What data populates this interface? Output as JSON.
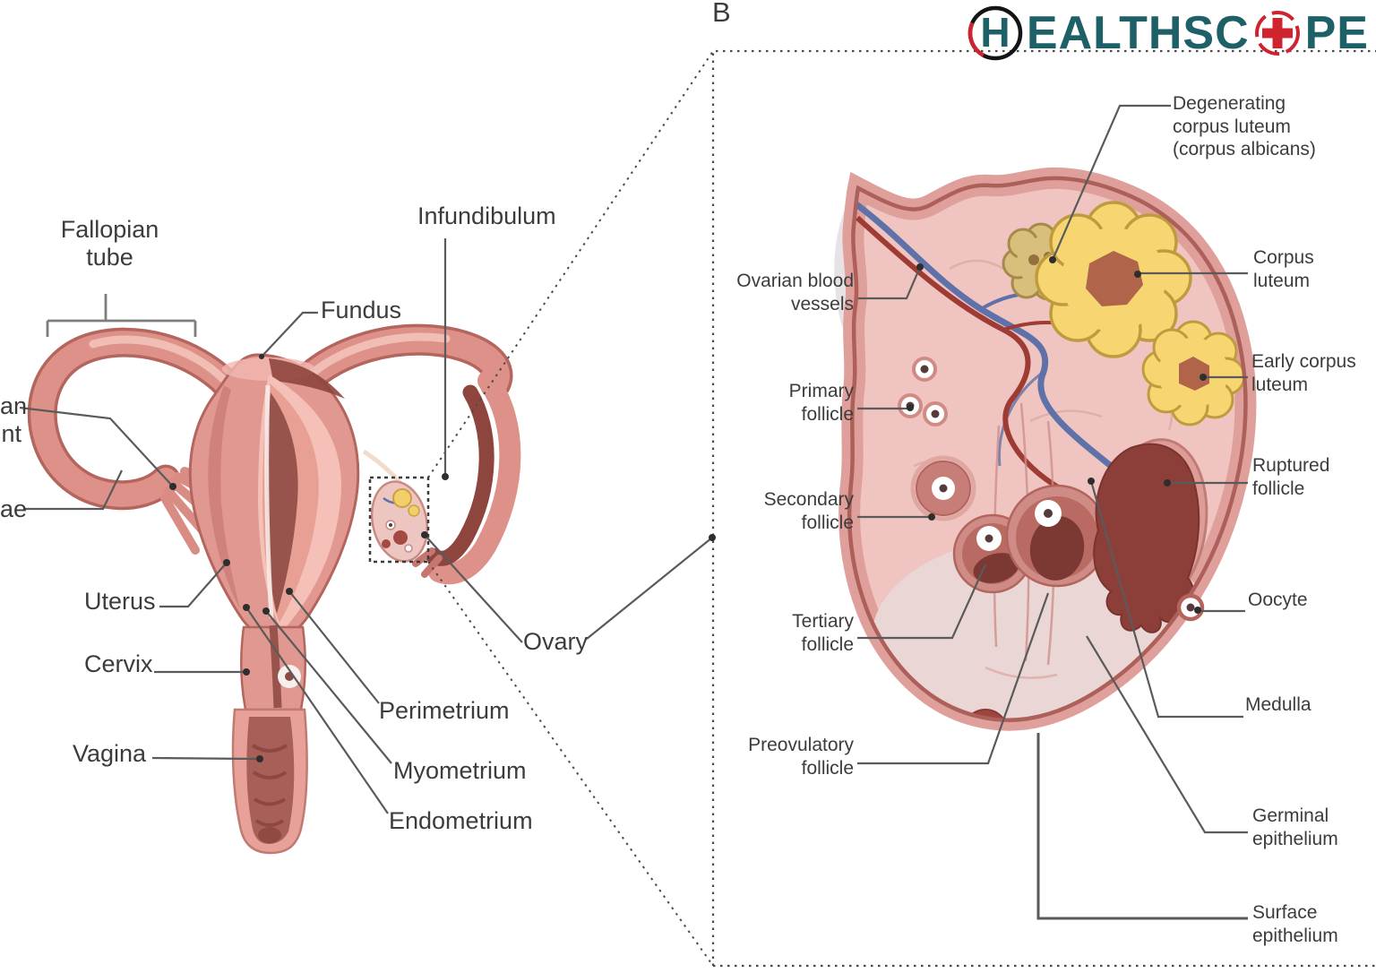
{
  "logo": {
    "h": "H",
    "mid": "EALTHSC",
    "end": "PE",
    "teal": "#1d6067",
    "red": "#cf2430",
    "black": "#141414"
  },
  "panel_b": {
    "marker": "B"
  },
  "left_labels": {
    "fallopian_tube": "Fallopian\ntube",
    "infundibulum": "Infundibulum",
    "fundus": "Fundus",
    "ligament_cut": "an\nnt",
    "fimbriae_cut": "ae",
    "uterus": "Uterus",
    "cervix": "Cervix",
    "vagina": "Vagina",
    "perimetrium": "Perimetrium",
    "myometrium": "Myometrium",
    "endometrium": "Endometrium",
    "ovary": "Ovary"
  },
  "panel_labels": {
    "degenerating_corpus_luteum": "Degenerating\ncorpus luteum\n(corpus albicans)",
    "ovarian_blood_vessels": "Ovarian blood\nvessels",
    "primary_follicle": "Primary\nfollicle",
    "secondary_follicle": "Secondary\nfollicle",
    "tertiary_follicle": "Tertiary\nfollicle",
    "preovulatory_follicle": "Preovulatory\nfollicle",
    "corpus_luteum": "Corpus\nluteum",
    "early_corpus_luteum": "Early corpus\nluteum",
    "ruptured_follicle": "Ruptured\nfollicle",
    "oocyte": "Oocyte",
    "medulla": "Medulla",
    "germinal_epithelium": "Germinal\nepithelium",
    "surface_epithelium": "Surface\nepithelium"
  },
  "colors": {
    "text": "#3c3c3c",
    "leader_line": "#5a5a5a",
    "tissue_salmon": "#dd9189",
    "tissue_outline": "#b4655e",
    "cavity_maroon": "#98544c",
    "ovary_cortex_pink": "#f0c5c1",
    "ovary_border": "#ad5f5a",
    "medulla_grey_pink": "#e9d6d5",
    "corpus_luteum_yellow": "#f7d672",
    "degenerating_tan": "#d8bf7b",
    "vessel_blue": "#5e71a8",
    "vessel_red": "#9e3c34",
    "follicle_dark": "#7c3833"
  }
}
